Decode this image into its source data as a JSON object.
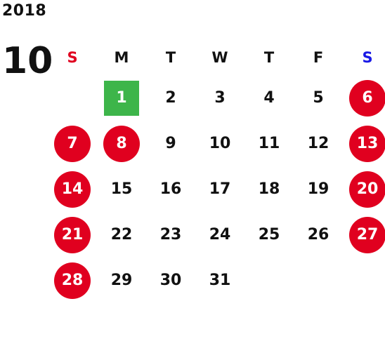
{
  "year": "2018",
  "month": "10",
  "weekdays": [
    "S",
    "M",
    "T",
    "W",
    "T",
    "F",
    "S"
  ],
  "colors": {
    "holiday": "#e0001f",
    "today": "#3db54a",
    "sunday_header": "#e0001f",
    "saturday_header": "#1a1ae6"
  },
  "weeks": [
    [
      {
        "day": "",
        "type": "blank"
      },
      {
        "day": "1",
        "type": "today"
      },
      {
        "day": "2",
        "type": "normal"
      },
      {
        "day": "3",
        "type": "normal"
      },
      {
        "day": "4",
        "type": "normal"
      },
      {
        "day": "5",
        "type": "normal"
      },
      {
        "day": "6",
        "type": "holiday"
      }
    ],
    [
      {
        "day": "7",
        "type": "holiday"
      },
      {
        "day": "8",
        "type": "holiday"
      },
      {
        "day": "9",
        "type": "normal"
      },
      {
        "day": "10",
        "type": "normal"
      },
      {
        "day": "11",
        "type": "normal"
      },
      {
        "day": "12",
        "type": "normal"
      },
      {
        "day": "13",
        "type": "holiday"
      }
    ],
    [
      {
        "day": "14",
        "type": "holiday"
      },
      {
        "day": "15",
        "type": "normal"
      },
      {
        "day": "16",
        "type": "normal"
      },
      {
        "day": "17",
        "type": "normal"
      },
      {
        "day": "18",
        "type": "normal"
      },
      {
        "day": "19",
        "type": "normal"
      },
      {
        "day": "20",
        "type": "holiday"
      }
    ],
    [
      {
        "day": "21",
        "type": "holiday"
      },
      {
        "day": "22",
        "type": "normal"
      },
      {
        "day": "23",
        "type": "normal"
      },
      {
        "day": "24",
        "type": "normal"
      },
      {
        "day": "25",
        "type": "normal"
      },
      {
        "day": "26",
        "type": "normal"
      },
      {
        "day": "27",
        "type": "holiday"
      }
    ],
    [
      {
        "day": "28",
        "type": "holiday"
      },
      {
        "day": "29",
        "type": "normal"
      },
      {
        "day": "30",
        "type": "normal"
      },
      {
        "day": "31",
        "type": "normal"
      },
      {
        "day": "",
        "type": "blank"
      },
      {
        "day": "",
        "type": "blank"
      },
      {
        "day": "",
        "type": "blank"
      }
    ]
  ]
}
